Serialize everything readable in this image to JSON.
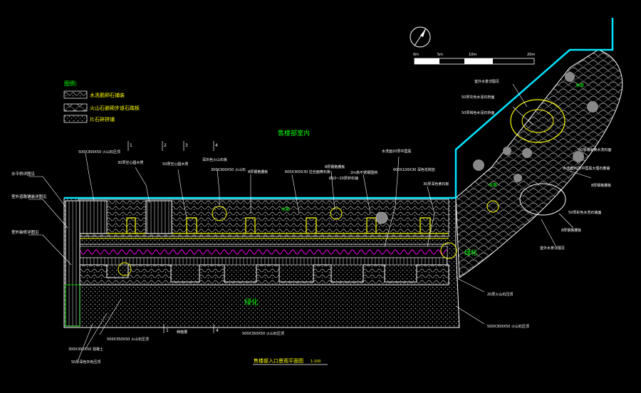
{
  "title": "售楼部入口景观平面图",
  "scale": "1:100",
  "legend": {
    "heading": "图例:",
    "items": [
      {
        "label": "水洗鹅卵石铺装",
        "pattern": "pebble-hatch"
      },
      {
        "label": "火山石嵌砌步道石踏板",
        "pattern": "stone-hatch"
      },
      {
        "label": "片石碎拼铺",
        "pattern": "dot-hatch"
      }
    ]
  },
  "scale_bar": {
    "ticks": [
      "0m",
      "5m",
      "10m",
      "20m"
    ]
  },
  "area_labels": {
    "indoor": "售楼部室内",
    "greening_main": "绿化",
    "greening_right": "绿化",
    "water_top": "水面",
    "water_left": "水面",
    "water_mid": "水面"
  },
  "section_marks": [
    "1",
    "2",
    "3",
    "4"
  ],
  "annotations": {
    "left": [
      "水平桥详图见",
      "室外道路铺装详图见",
      "室外装修详图见"
    ],
    "top": [
      "500X300X50 火山石压顶",
      "30厚空心圆木凳",
      "50厚空心圆木凳",
      "深灰色火山石板",
      "300X300X50 火山石",
      "8厚钢格栅板",
      "600X300X30 拉丝面黄石板",
      "8厚钢格栅板",
      "Ø10~20厚卵石铺",
      "2m高不锈钢围挡",
      "水洗面20厚中国黑",
      "600X100X30 深色花岗岩",
      "30厚深色黄石板"
    ],
    "right": [
      "室外水景详图见",
      "50厚灰色水泥石桥面",
      "50厚褐色水泥石桥面",
      "50厚浅米黄水洗石面",
      "水洗面20厚中国黑大理石散铺",
      "8厚钢格栅板",
      "50厚彩色水洗石铺面",
      "8厚钢格栅板",
      "室外水景详图见"
    ],
    "bottom": [
      "500X350X50 火山石压顶",
      "种植槽",
      "500X350X50 火山石压顶",
      "300X300X50 混凝土",
      "50厚深色灰色压顶",
      "20厚火山石压顶",
      "500X300X50 火山石压顶"
    ]
  },
  "colors": {
    "background": "#000000",
    "wall": "#00e5ff",
    "outline": "#ffffff",
    "hatch": "#cfcfcf",
    "detail": "#ffff00",
    "planter": "#ff00ff",
    "label_green": "#00ff00",
    "text": "#ffffff"
  }
}
